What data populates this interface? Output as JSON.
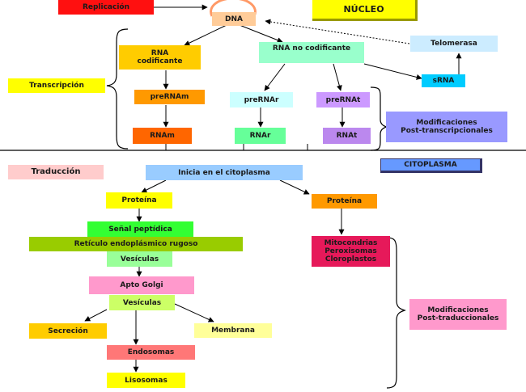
{
  "nucleus": {
    "title": "NÚCLEO",
    "replication": "Replicación",
    "dna": "DNA",
    "rna_coding": [
      "RNA",
      "codificante"
    ],
    "rna_noncoding": "RNA no codificante",
    "telomerase": "Telomerasa",
    "srna": "sRNA",
    "transcription": "Transcripción",
    "pre_rnam": "preRNAm",
    "pre_rnar": "preRNAr",
    "pre_rnat": "preRNAt",
    "rnam": "RNAm",
    "rnar": "RNAr",
    "rnat": "RNAt",
    "post_transcriptional": [
      "Modificaciones",
      "Post-transcripcionales"
    ]
  },
  "cytoplasm": {
    "title": "CITOPLASMA",
    "translation": "Traducción",
    "start": "Inicia en el citoplasma",
    "protein_left": "Proteína",
    "protein_right": "Proteína",
    "signal_peptide": "Señal peptídica",
    "rough_er": "Retículo endoplásmico rugoso",
    "vesicles_1": "Vesículas",
    "golgi": "Apto Golgi",
    "vesicles_2": "Vesículas",
    "secretion": "Secreción",
    "membrane": "Membrana",
    "endosomes": "Endosomas",
    "lysosomes": "Lisosomas",
    "organelles": [
      "Mitocondrias",
      "Peroxisomas",
      "Cloroplastos"
    ],
    "post_translational": [
      "Modificaciones",
      "Post-traduccionales"
    ]
  },
  "colors": {
    "red": "#ff1010",
    "yellow": "#ffff00",
    "orange": "#ff9900",
    "mint": "#99ffcc",
    "light_blue": "#ccecff",
    "cyan": "#00ccff",
    "lilac": "#cc99ff",
    "periwinkle": "#9999ff",
    "pink": "#ffccdd",
    "green": "#33ff33",
    "olive": "#99cc00",
    "pale_green": "#99ff99",
    "hot_pink": "#ff99cc",
    "magenta": "#e6195a",
    "gold": "#ffcc00",
    "pale_yellow": "#ffff99",
    "salmon": "#ff7777",
    "peach": "#ffcc99"
  }
}
